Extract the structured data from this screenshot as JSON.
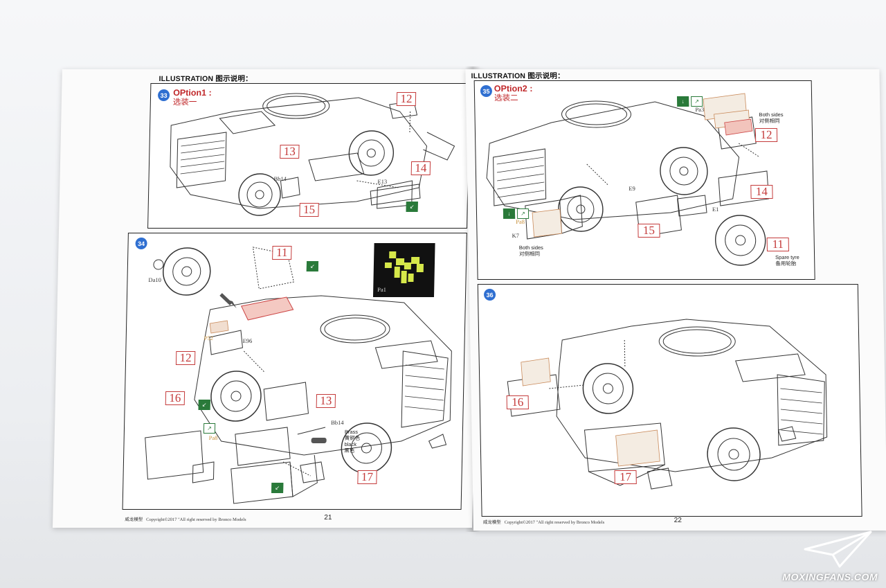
{
  "header": {
    "left": "ILLUSTRATION 图示说明：",
    "right": "ILLUSTRATION 图示说明："
  },
  "steps": {
    "s33": {
      "num": "33",
      "option": "OPtion1 :",
      "option_cn": "选装一",
      "boxes": [
        "12",
        "13",
        "14",
        "15"
      ],
      "labels": [
        "Bb14",
        "E13"
      ]
    },
    "s34": {
      "num": "34",
      "boxes": [
        "11",
        "12",
        "13",
        "16",
        "17"
      ],
      "labels": [
        "Da10",
        "E96",
        "Bb14"
      ],
      "orange_labels": [
        "P52",
        "Pa8"
      ],
      "inset_label": "Pa1",
      "notes": {
        "brass": "Brass",
        "brass_cn": "黄铜色",
        "black": "black",
        "black_cn": "黑色"
      }
    },
    "s35": {
      "num": "35",
      "option": "OPtion2 :",
      "option_cn": "选装二",
      "boxes": [
        "12",
        "14",
        "15",
        "11"
      ],
      "labels": [
        "Pa3",
        "E9",
        "E1",
        "K7",
        "Pa8"
      ],
      "notes": {
        "both1": "Both sides",
        "both1_cn": "对侧相同",
        "both2": "Both sides",
        "both2_cn": "对侧相同",
        "spare": "Spare tyre",
        "spare_cn": "备用轮胎"
      }
    },
    "s36": {
      "num": "36",
      "boxes": [
        "16",
        "17"
      ]
    }
  },
  "footer": {
    "left_brand": "威龙模型",
    "left_copy": "Copyright©2017 \"All right reserved by Bronco Models",
    "left_page": "21",
    "right_brand": "威龙模型",
    "right_copy": "Copyright©2017 \"All right reserved by Bronco Models",
    "right_page": "22"
  },
  "watermark": {
    "text": "MOXINGFANS.COM"
  },
  "colors": {
    "step_badge": "#2f6fd1",
    "callout": "#c43a3a",
    "tag_green": "#2a7a3a",
    "photo_part": "#d6e84a"
  }
}
